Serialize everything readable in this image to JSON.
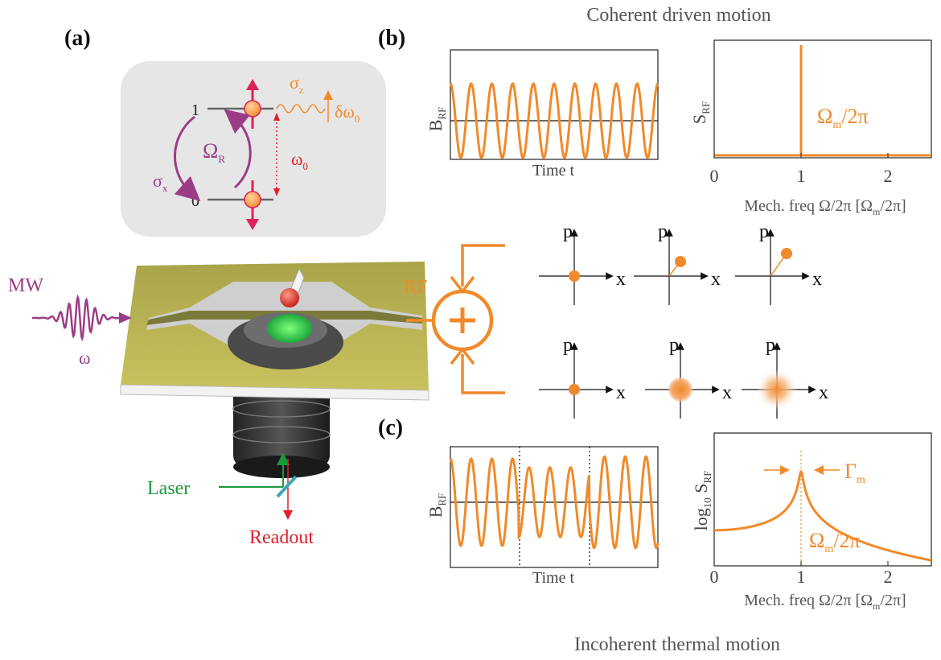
{
  "colors": {
    "orange": "#f08a2a",
    "purple": "#9b3d86",
    "red": "#e0202c",
    "green": "#1a9a3a",
    "grey_text": "#555555",
    "panel_bg": "#e6e6e6",
    "gold": "#b5b04a"
  },
  "panel_labels": {
    "a": "(a)",
    "b": "(b)",
    "c": "(c)"
  },
  "titles": {
    "top": "Coherent driven motion",
    "bottom": "Incoherent thermal motion"
  },
  "level_diagram": {
    "level_1": "1",
    "level_0": "0",
    "rabi": "Ω",
    "rabi_sub": "R",
    "sigma_x": "σ",
    "sigma_x_sub": "x",
    "sigma_z": "σ",
    "sigma_z_sub": "z",
    "delta": "δω",
    "delta_sub": "0",
    "omega0": "ω",
    "omega0_sub": "0"
  },
  "setup": {
    "mw": "MW",
    "omega": "ω",
    "rf": "RF",
    "laser": "Laser",
    "readout": "Readout",
    "icons": [
      "microwave-pulse-icon",
      "diamond-tip-icon",
      "objective-lens-icon",
      "beam-splitter-icon",
      "summing-junction-icon"
    ]
  },
  "phase_space": {
    "p_label": "p",
    "x_label": "x"
  },
  "chart_data": [
    {
      "type": "line",
      "panel": "b-time",
      "xlabel": "Time t",
      "ylabel": "B",
      "ylabel_sub": "RF",
      "cycles": 10,
      "amplitude": 1.0,
      "x_ticks": [],
      "y_ticks": []
    },
    {
      "type": "line",
      "panel": "b-spectrum",
      "xlabel": "Mech. freq Ω/2π [Ω",
      "xlabel_sub": "m",
      "xlabel_tail": "/2π]",
      "ylabel": "S",
      "ylabel_sub": "RF",
      "x": [
        0,
        1,
        2
      ],
      "x_tick_labels": [
        "0",
        "1",
        "2"
      ],
      "xlim": [
        0,
        2.5
      ],
      "peak_at": 1,
      "annotation": "Ω",
      "annotation_sub": "m",
      "annotation_tail": "/2π"
    },
    {
      "type": "line",
      "panel": "c-time",
      "xlabel": "Time t",
      "ylabel": "B",
      "ylabel_sub": "RF",
      "phase_jumps_at": [
        0.33,
        0.67
      ],
      "cycles": 10
    },
    {
      "type": "line",
      "panel": "c-spectrum",
      "xlabel": "Mech. freq Ω/2π [Ω",
      "xlabel_sub": "m",
      "xlabel_tail": "/2π]",
      "ylabel": "log",
      "ylabel_sub": "10",
      "ylabel_tail": " S",
      "ylabel_sub2": "RF",
      "x_tick_labels": [
        "0",
        "1",
        "2"
      ],
      "xlim": [
        0,
        2.5
      ],
      "peak_at": 1,
      "annotation": "Ω",
      "annotation_sub": "m",
      "annotation_tail": "/2π",
      "linewidth_label": "Γ",
      "linewidth_sub": "m"
    }
  ]
}
